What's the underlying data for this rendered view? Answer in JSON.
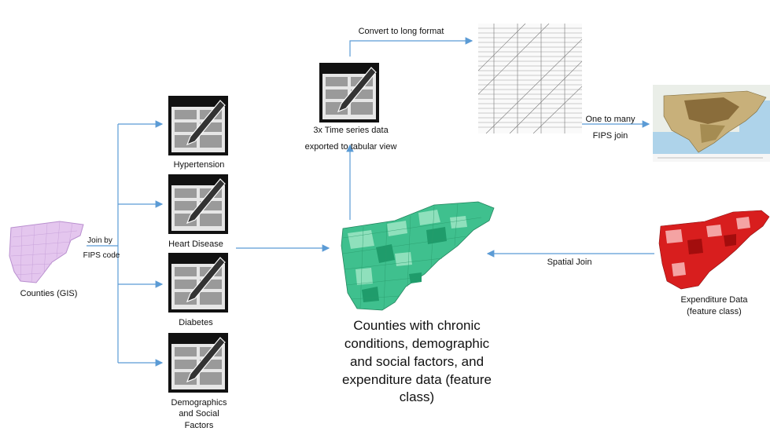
{
  "labels": {
    "counties_gis": "Counties (GIS)",
    "join_by": "Join by",
    "fips_code": "FIPS code",
    "hypertension": "Hypertension",
    "heart_disease": "Heart Disease",
    "diabetes": "Diabetes",
    "demographics": "Demographics",
    "and_social": "and Social",
    "factors": "Factors",
    "time_series_1": "3x Time series data",
    "time_series_2": "exported to tabular view",
    "convert": "Convert to long format",
    "one_to_many": "One to many",
    "fips_join": "FIPS join",
    "spatial_join": "Spatial Join",
    "expenditure_1": "Expenditure Data",
    "expenditure_2": "(feature class)",
    "center_1": "Counties with chronic",
    "center_2": "conditions, demographic",
    "center_3": "and social factors, and",
    "center_4": "expenditure data (feature",
    "center_5": "class)"
  },
  "colors": {
    "arrow": "#5b9bd5",
    "counties_map": "#e4c6ee",
    "center_map": "#3fc08e",
    "expenditure_map": "#d81e1e",
    "timeseries_map": "#a58c52"
  },
  "icons": {
    "table_edit": "table-pencil-icon"
  }
}
